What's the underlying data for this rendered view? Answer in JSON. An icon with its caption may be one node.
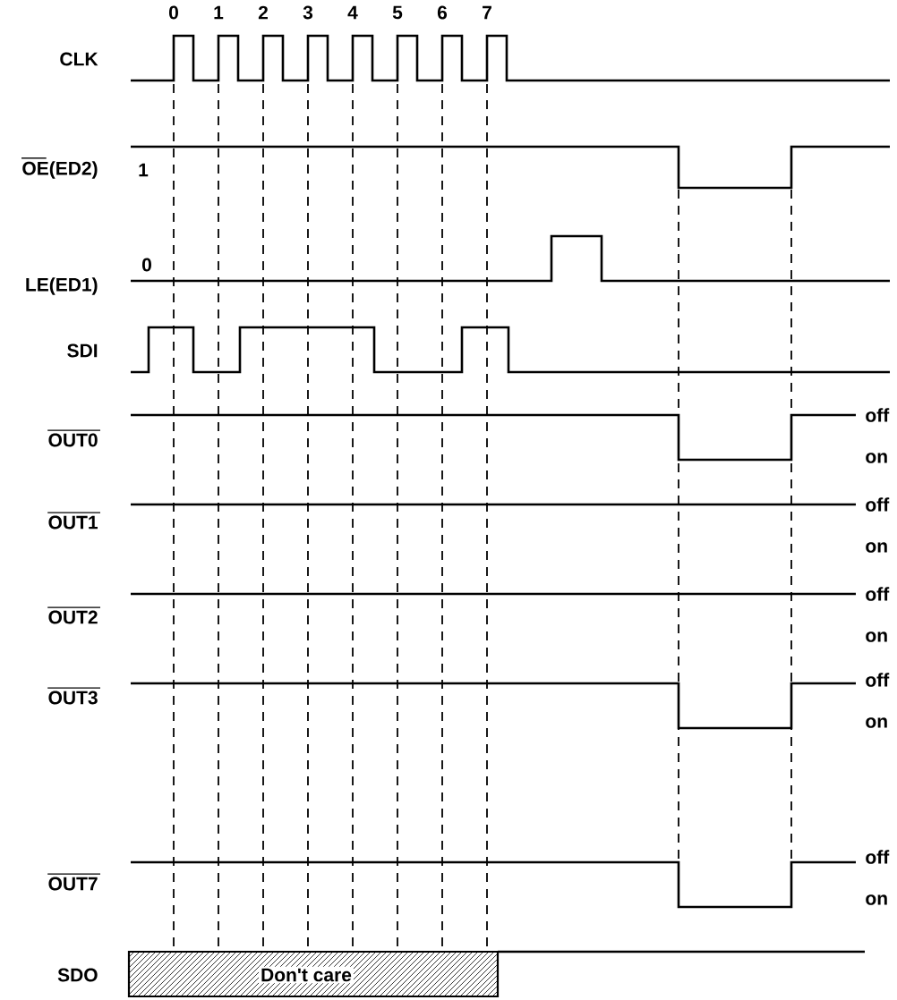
{
  "diagram": {
    "labels": [
      "0",
      "1",
      "2",
      "3",
      "4",
      "5",
      "6",
      "7",
      "CLK",
      "OE(ED2)",
      "1",
      "LE(ED1)",
      "0",
      "SDI",
      "OUT0",
      "off",
      "on",
      "OUT1",
      "off",
      "on",
      "OUT2",
      "off",
      "on",
      "OUT3",
      "off",
      "on",
      "OUT7",
      "off",
      "on",
      "SDO",
      "Don't care"
    ]
  }
}
